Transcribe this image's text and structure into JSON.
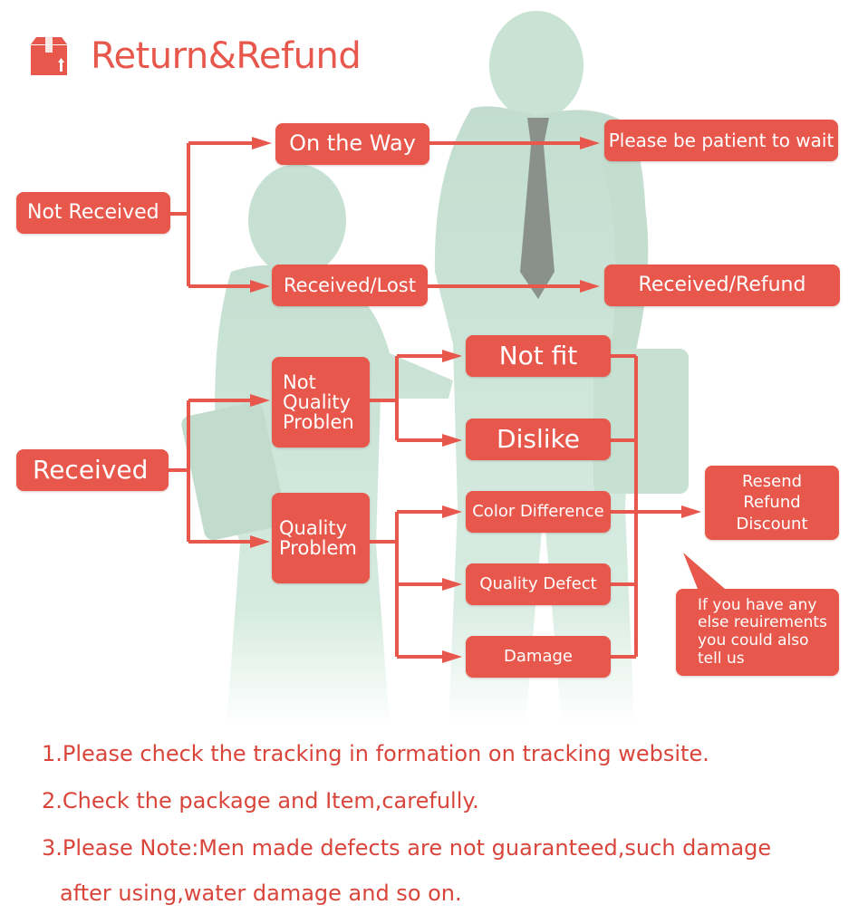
{
  "header": {
    "title": "Return&Refund",
    "icon": "package-box-icon",
    "accent_color": "#e8574b"
  },
  "flow": {
    "not_received": "Not Received",
    "on_the_way": "On the Way",
    "please_wait": "Please be patient to wait",
    "received_lost": "Received/Lost",
    "received_refund": "Received/Refund",
    "received": "Received",
    "not_quality_problem": "Not\nQuality\nProblen",
    "quality_problem": "Quality\nProblem",
    "not_fit": "Not fit",
    "dislike": "Dislike",
    "color_difference": "Color Difference",
    "quality_defect": "Quality Defect",
    "damage": "Damage",
    "resolution": "Resend\nRefund\nDiscount",
    "other_requirements": "If you have any\nelse reuirements\nyou could also\ntell us"
  },
  "notes": [
    "1.Please check the tracking in formation on tracking website.",
    "2.Check the package and Item,carefully.",
    "3.Please Note:Men made defects are not guaranteed,such damage",
    "after using,water damage and so on."
  ],
  "colors": {
    "box_fill": "#e8574b",
    "figure_fill": "#cfe6da",
    "note_text": "#d9453b"
  }
}
